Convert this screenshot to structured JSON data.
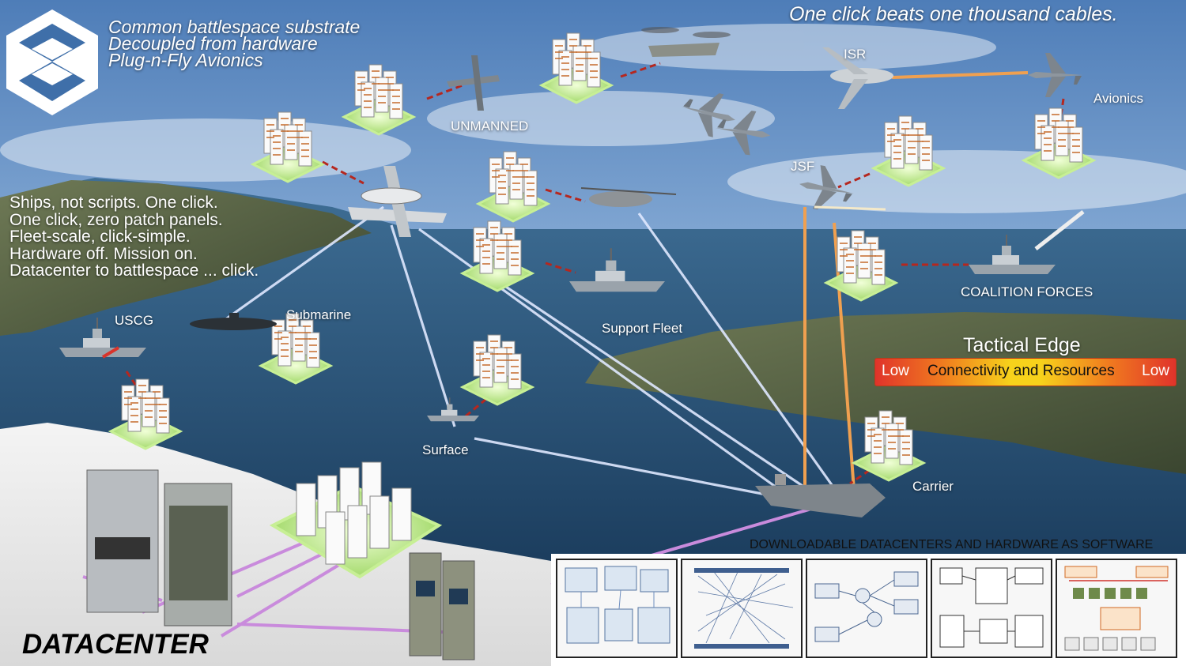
{
  "tagline": [
    "Common battlespace substrate",
    "Decoupled from hardware",
    "Plug-n-Fly Avionics"
  ],
  "headline": "One click beats one thousand cables.",
  "slogans": [
    "Ships, not scripts. One click.",
    "One click, zero patch panels.",
    "Fleet-scale, click-simple.",
    "Hardware off. Mission on.",
    "Datacenter to battlespace ... click."
  ],
  "labels": {
    "unmanned": "UNMANNED",
    "isr": "ISR",
    "avionics": "Avionics",
    "jsf": "JSF",
    "coalition": "COALITION FORCES",
    "submarine": "Submarine",
    "uscg": "USCG",
    "support_fleet": "Support Fleet",
    "surface": "Surface",
    "carrier": "Carrier",
    "datacenter": "DATACENTER"
  },
  "tactical_edge": {
    "title": "Tactical Edge",
    "left": "Low",
    "center": "Connectivity and Resources",
    "right": "Low"
  },
  "panels_title": "DOWNLOADABLE DATACENTERS AND HARDWARE AS SOFTWARE",
  "colors": {
    "link_white": "#dfe8ff",
    "link_orange": "#f0a050",
    "link_red_dashed": "#b5271f",
    "link_purple": "#c98bdc",
    "server_glow": "#b9e68a"
  }
}
